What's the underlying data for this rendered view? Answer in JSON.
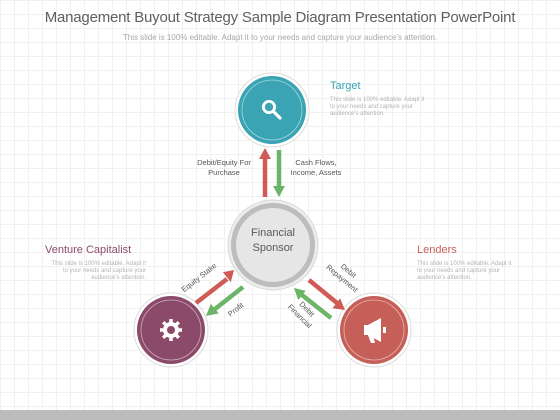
{
  "header": {
    "title": "Management Buyout Strategy Sample Diagram Presentation PowerPoint",
    "subtitle": "This slide is 100% editable. Adapt it to your needs and capture your audience's attention."
  },
  "center": {
    "line1": "Financial",
    "line2": "Sponsor"
  },
  "nodes": {
    "target": {
      "title": "Target",
      "desc1": "This slide is 100% editable. Adapt it",
      "desc2": "to your needs and capture your",
      "desc3": "audience's attention.",
      "color": "#3aa4b4",
      "icon": "search-icon"
    },
    "venture": {
      "title": "Venture Capitalist",
      "desc1": "This slide is 100% editable. Adapt it",
      "desc2": "to your needs and capture your",
      "desc3": "audience's attention.",
      "color": "#8c4a6a",
      "icon": "gear-icon"
    },
    "lenders": {
      "title": "Lenders",
      "desc1": "This slide is 100% editable. Adapt it",
      "desc2": "to your needs and capture your",
      "desc3": "audience's attention.",
      "color": "#c55f57",
      "icon": "megaphone-icon"
    }
  },
  "flows": {
    "debit_equity_1": "Debit/Equity For",
    "debit_equity_2": "Purchase",
    "cash_flows_1": "Cash Flows,",
    "cash_flows_2": "Income, Assets",
    "equity_stake": "Equity Stake",
    "profit": "Profit",
    "debit_repayment_1": "Debit",
    "debit_repayment_2": "Repayment",
    "debit_financial_1": "Debit",
    "debit_financial_2": "Financial"
  },
  "colors": {
    "arrow_red": "#d05a55",
    "arrow_green": "#6cb468",
    "center_gray": "#bdbdbd"
  }
}
